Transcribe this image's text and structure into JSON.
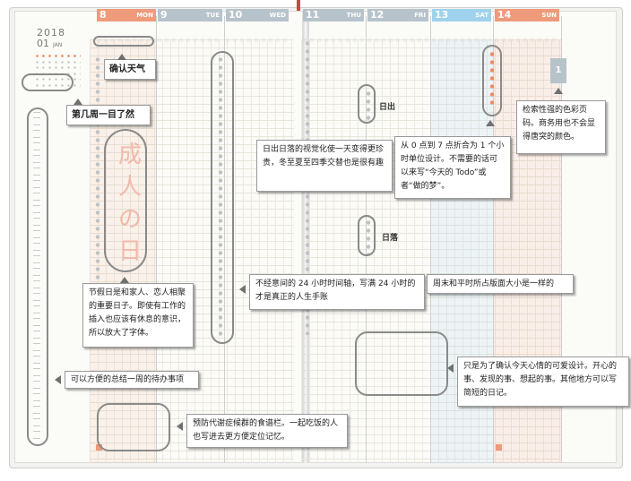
{
  "calendar": {
    "year": "2018",
    "month": "01",
    "month_name": "JAN",
    "holiday_text": "成人の日",
    "index_tab": "1",
    "days": [
      {
        "num": "8",
        "name": "MON",
        "style": "mon"
      },
      {
        "num": "9",
        "name": "TUE",
        "style": "weekday"
      },
      {
        "num": "10",
        "name": "WED",
        "style": "weekday"
      },
      {
        "num": "11",
        "name": "THU",
        "style": "weekday"
      },
      {
        "num": "12",
        "name": "FRI",
        "style": "weekday"
      },
      {
        "num": "13",
        "name": "SAT",
        "style": "sat"
      },
      {
        "num": "14",
        "name": "SUN",
        "style": "sun"
      }
    ]
  },
  "labels": {
    "sunrise": "日出",
    "sunset": "日落"
  },
  "annotations": {
    "confirm_weather": "确认天气",
    "week_number": "第几周一目了然",
    "holiday": "节假日是和家人、恋人相聚的重要日子。即使有工作的插入也应该有休息的意识，所以放大了字体。",
    "weekly_todo": "可以方便的总结一周的待办事项",
    "meal_column": "预防代谢症候群的食谱栏。一起吃饭的人也写进去更方便定位记忆。",
    "time_axis": "不经意间的 24 小时时间轴，写满 24 小时的才是真正的人生手账",
    "sunrise_sunset": "日出日落的视觉化使一天变得更珍贵，冬至夏至四季交替也是很有趣",
    "hour_unit": "从 0 点到 7 点折合为 1 个小时单位设计。不需要的话可以来写“今天的 Todo”或者“做的梦”。",
    "index_color": "检索性强的色彩页码。商务用也不会显得唐突的颜色。",
    "same_size": "周末和平时所占版面大小是一样的",
    "mood_design": "只是为了确认今天心情的可爱设计。开心的事、发现的事、想起的事。其他地方可以写简短的日记。"
  },
  "colors": {
    "accent_orange": "#ef9a7a",
    "weekday_grey": "#b7c3cb",
    "saturday_blue": "#9fd2ec"
  }
}
